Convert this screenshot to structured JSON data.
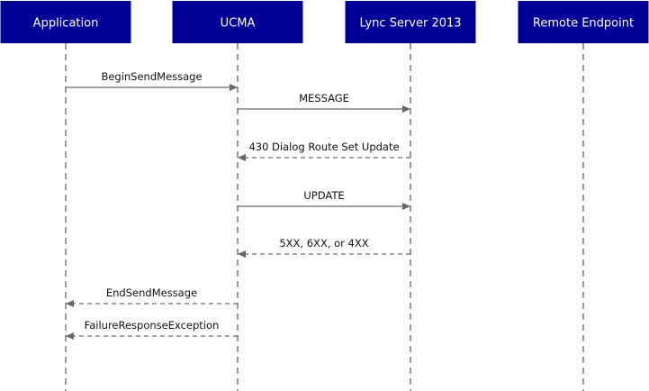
{
  "diagram": {
    "colors": {
      "participant_fill": "#000099",
      "participant_text": "#ffffff",
      "lifeline": "#333333",
      "arrow": "#444444",
      "arrowhead": "#666666",
      "text": "#111111"
    },
    "participants": [
      {
        "id": "app",
        "label": "Application"
      },
      {
        "id": "ucma",
        "label": "UCMA"
      },
      {
        "id": "lync",
        "label": "Lync Server 2013"
      },
      {
        "id": "remote",
        "label": "Remote Endpoint"
      }
    ],
    "messages": [
      {
        "from": "app",
        "to": "ucma",
        "label": "BeginSendMessage",
        "style": "solid"
      },
      {
        "from": "ucma",
        "to": "lync",
        "label": "MESSAGE",
        "style": "solid"
      },
      {
        "from": "lync",
        "to": "ucma",
        "label": "430 Dialog Route Set Update",
        "style": "dashed"
      },
      {
        "from": "ucma",
        "to": "lync",
        "label": "UPDATE",
        "style": "solid"
      },
      {
        "from": "lync",
        "to": "ucma",
        "label": "5XX, 6XX, or 4XX",
        "style": "dashed"
      },
      {
        "from": "ucma",
        "to": "app",
        "label": "EndSendMessage",
        "style": "dashed"
      },
      {
        "from": "ucma",
        "to": "app",
        "label": "FailureResponseException",
        "style": "dashed"
      }
    ]
  }
}
